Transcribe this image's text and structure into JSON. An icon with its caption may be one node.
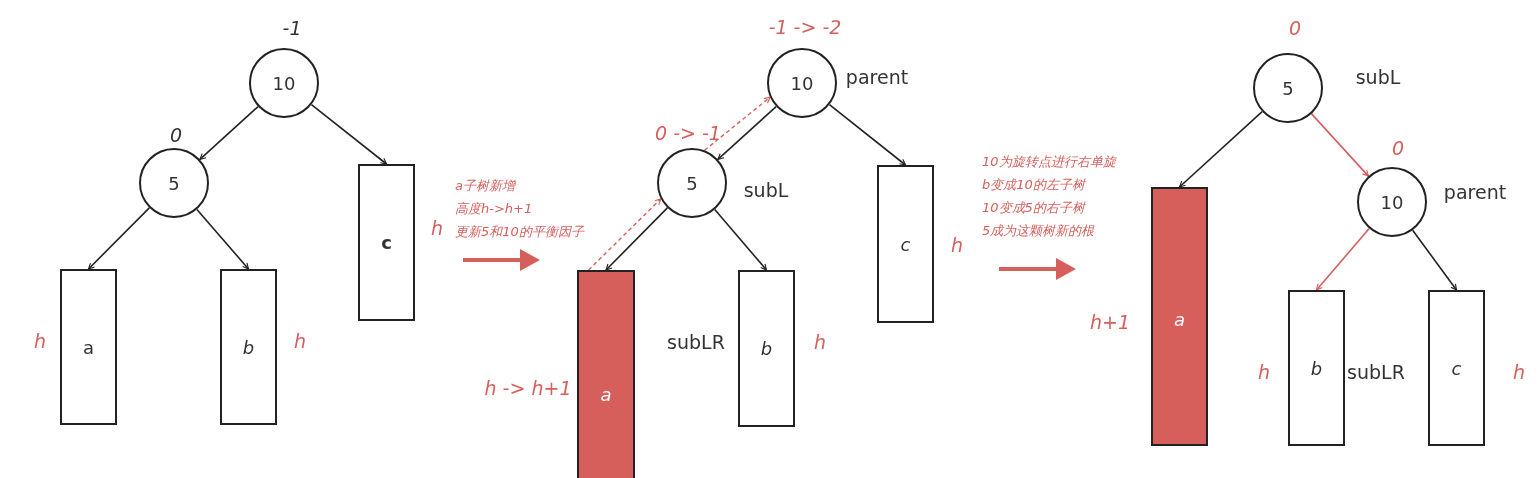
{
  "diagram": {
    "nodes": [
      {
        "text": [
          "10"
        ],
        "beside": [
          "-1"
        ]
      },
      {
        "text": [
          "5"
        ],
        "beside": [
          "0"
        ]
      },
      {
        "text": [
          "a"
        ],
        "beside": [
          "h"
        ]
      },
      {
        "text": [
          "b"
        ],
        "beside": [
          "h"
        ]
      },
      {
        "text": [
          "c"
        ],
        "beside": [
          "h"
        ]
      },
      {
        "text": [
          "10"
        ],
        "beside": [
          "-1 -> -2",
          "parent"
        ]
      },
      {
        "text": [
          "5"
        ],
        "beside": [
          "0 -> -1",
          "subL"
        ]
      },
      {
        "text": [
          "a"
        ],
        "beside": [
          "h -> h+1"
        ]
      },
      {
        "text": [
          "b"
        ],
        "beside": [
          "subLR",
          "h"
        ]
      },
      {
        "text": [
          "c"
        ],
        "beside": [
          "h"
        ]
      },
      {
        "text": [
          "5"
        ],
        "beside": [
          "0",
          "subL"
        ]
      },
      {
        "text": [
          "a"
        ],
        "beside": [
          "h+1"
        ]
      },
      {
        "text": [
          "10"
        ],
        "beside": [
          "0",
          "parent"
        ]
      },
      {
        "text": [
          "b"
        ],
        "beside": [
          "h",
          "subLR"
        ]
      },
      {
        "text": [
          "c"
        ],
        "beside": [
          "h"
        ]
      }
    ],
    "edges": [
      {
        "from": 0,
        "to": 1,
        "arrow": "to"
      },
      {
        "from": 0,
        "to": 4,
        "arrow": "to"
      },
      {
        "from": 1,
        "to": 2,
        "arrow": "to"
      },
      {
        "from": 1,
        "to": 3,
        "arrow": "to"
      },
      {
        "from": 5,
        "to": 6,
        "arrow": "to"
      },
      {
        "from": 5,
        "to": 9,
        "arrow": "to"
      },
      {
        "from": 6,
        "to": 7,
        "arrow": "to"
      },
      {
        "from": 6,
        "to": 8,
        "arrow": "to"
      },
      {
        "from": 7,
        "to": 6,
        "arrow": "to",
        "style": "dashed",
        "color": "#d65f5c"
      },
      {
        "from": 6,
        "to": 5,
        "arrow": "to",
        "style": "dashed",
        "color": "#d65f5c"
      },
      {
        "from": 10,
        "to": 11,
        "arrow": "to"
      },
      {
        "from": 10,
        "to": 12,
        "arrow": "to",
        "color": "#d65f5c"
      },
      {
        "from": 12,
        "to": 13,
        "arrow": "to",
        "color": "#d65f5c"
      },
      {
        "from": 12,
        "to": 14,
        "arrow": "to"
      }
    ],
    "labels": [
      "a子树新增",
      "高度h->h+1",
      "更新5和10的平衡因子",
      "10为旋转点进行右单旋",
      "b变成10的左子树",
      "10变成5的右子树",
      "5成为这颗树新的根"
    ]
  }
}
